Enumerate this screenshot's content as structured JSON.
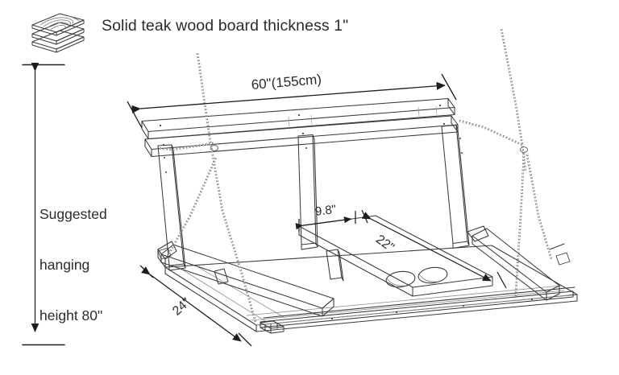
{
  "header": {
    "icon": "wood-board-stack-icon",
    "label": "Solid teak wood board thickness 1\""
  },
  "hanging": {
    "icon": "vertical-dimension-arrow-icon",
    "line1": "Suggested",
    "line2": "hanging",
    "line3": "height 80\""
  },
  "dimensions": {
    "width_overall": "60\"(155cm)",
    "tray_width": "9.8\"",
    "tray_length": "22\"",
    "seat_depth": "24\""
  },
  "product": {
    "name": "hanging-porch-swing",
    "parts": [
      "backrest-top-rail",
      "backrest-lower-rail",
      "seat-deck",
      "left-armrest",
      "right-armrest",
      "center-tray",
      "cup-holder-left",
      "cup-holder-right",
      "chain-left",
      "chain-right",
      "support-post-left",
      "support-post-center",
      "support-post-right"
    ]
  },
  "colors": {
    "ink": "#2b2b2b",
    "line": "#3a3a3a",
    "hairline": "#8a8a8a",
    "background": "#ffffff"
  }
}
